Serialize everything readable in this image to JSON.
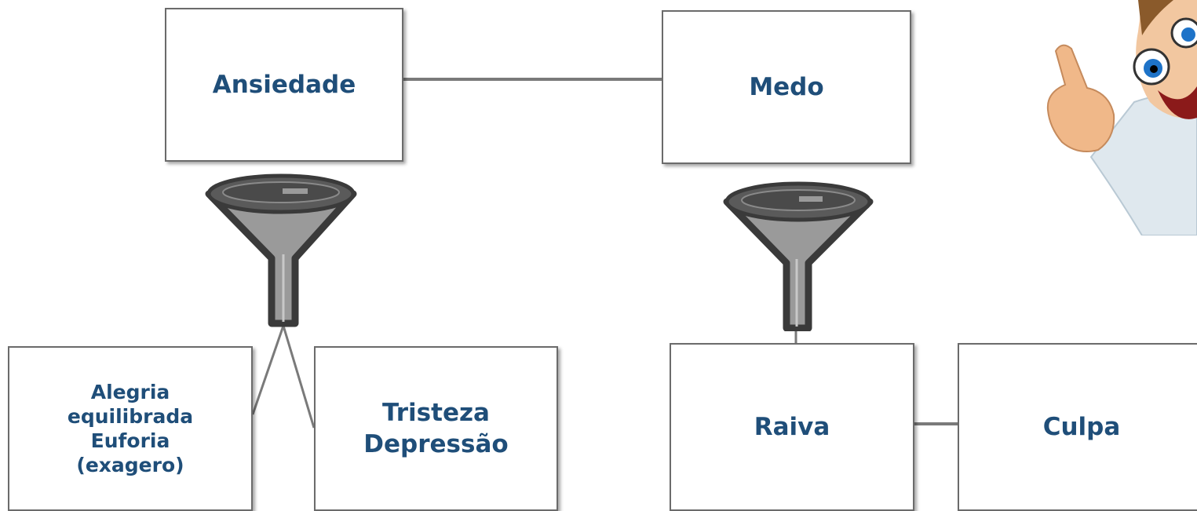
{
  "boxes": {
    "ansiedade": [
      "Ansiedade"
    ],
    "medo": [
      "Medo"
    ],
    "alegria": [
      "Alegria",
      "equilibrada",
      "Euforia",
      "(exagero)"
    ],
    "tristeza": [
      "Tristeza",
      "Depressão"
    ],
    "raiva": [
      "Raiva"
    ],
    "culpa": [
      "Culpa"
    ]
  },
  "icons": {
    "funnel_left": "funnel-icon",
    "funnel_right": "funnel-icon",
    "mascot": "pointing-cartoon-character"
  },
  "colors": {
    "text": "#1f4e79",
    "box_border": "#6b6b6b",
    "connector": "#7a7a7a",
    "funnel_outline": "#3a3a3a",
    "funnel_fill": "#9a9a9a"
  }
}
